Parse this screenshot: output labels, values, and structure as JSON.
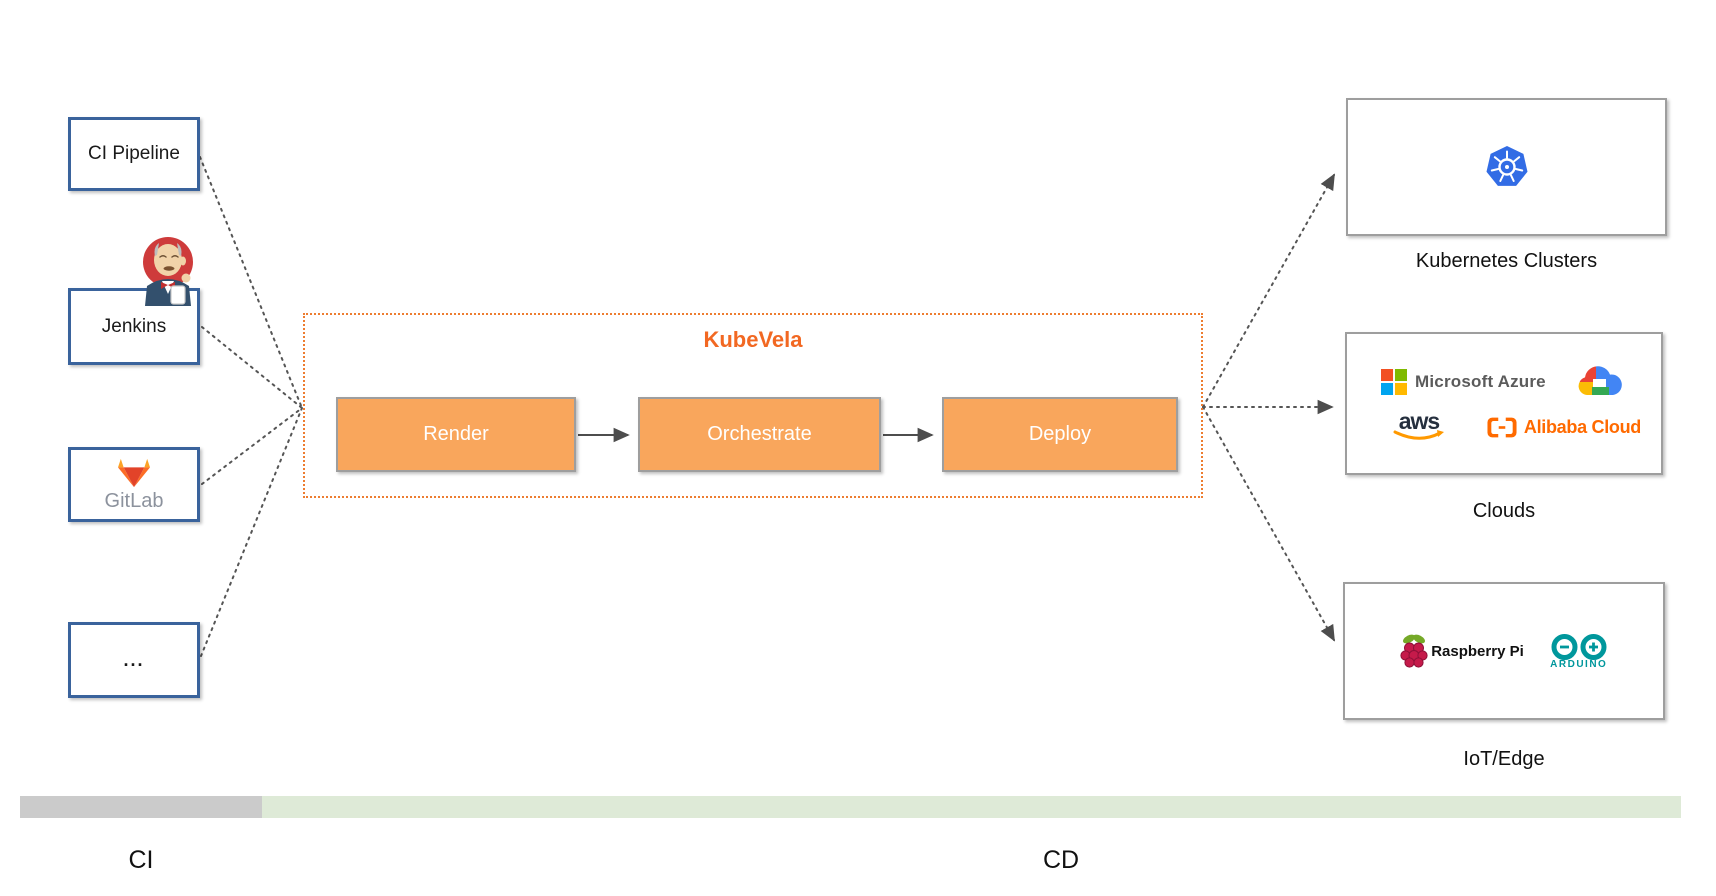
{
  "diagram": {
    "title": "KubeVela",
    "ci_sources": [
      {
        "label": "CI Pipeline"
      },
      {
        "label": "Jenkins",
        "icon": "jenkins-mascot-icon"
      },
      {
        "label": "GitLab",
        "icon": "gitlab-tanuki-icon"
      },
      {
        "label": "..."
      }
    ],
    "stages": [
      {
        "label": "Render"
      },
      {
        "label": "Orchestrate"
      },
      {
        "label": "Deploy"
      }
    ],
    "targets": [
      {
        "label": "Kubernetes Clusters",
        "icons": [
          "kubernetes-icon"
        ]
      },
      {
        "label": "Clouds",
        "icons": [
          "microsoft-azure-logo",
          "google-cloud-logo",
          "aws-logo",
          "alibaba-cloud-logo"
        ]
      },
      {
        "label": "IoT/Edge",
        "icons": [
          "raspberry-pi-logo",
          "arduino-logo"
        ]
      }
    ],
    "logo_text": {
      "gitlab": "GitLab",
      "azure": "Microsoft Azure",
      "aws": "aws",
      "alibaba": "Alibaba Cloud",
      "raspberry": "Raspberry Pi",
      "arduino": "ARDUINO"
    },
    "legend": {
      "ci": "CI",
      "cd": "CD"
    },
    "colors": {
      "accent_orange": "#F26822",
      "stage_fill": "#F9A65C",
      "stage_border": "#9E9E9E",
      "source_border": "#3A639C",
      "dotted_border": "#ED7D31",
      "connector": "#555555",
      "bar_gray": "#CBCBCB",
      "bar_green": "#DEEAD7"
    }
  }
}
